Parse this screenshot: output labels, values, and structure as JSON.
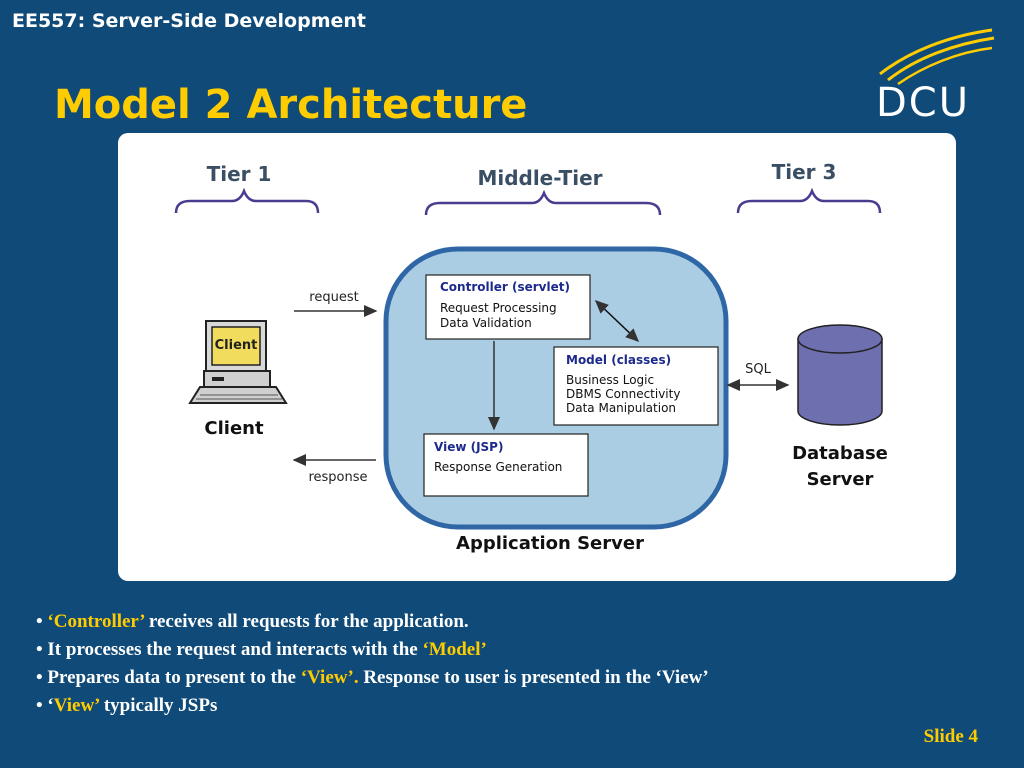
{
  "header": {
    "course_title": "EE557: Server-Side Development"
  },
  "slide": {
    "title": "Model 2 Architecture",
    "number_label": "Slide 4"
  },
  "logo": {
    "text": "DCU"
  },
  "diagram": {
    "tiers": [
      "Tier 1",
      "Middle-Tier",
      "Tier 3"
    ],
    "client": {
      "screen_label": "Client",
      "caption": "Client"
    },
    "arrows": {
      "request": "request",
      "response": "response",
      "sql": "SQL"
    },
    "controller": {
      "title": "Controller (servlet)",
      "lines": [
        "Request Processing",
        "Data Validation"
      ]
    },
    "model": {
      "title": "Model (classes)",
      "lines": [
        "Business Logic",
        "DBMS Connectivity",
        "Data Manipulation"
      ]
    },
    "view": {
      "title": "View (JSP)",
      "lines": [
        "Response Generation"
      ]
    },
    "app_server_label": "Application Server",
    "database": {
      "line1": "Database",
      "line2": "Server"
    }
  },
  "bullets": [
    {
      "bullet": "•",
      "highlight": "‘Controller’",
      "text": " receives all requests for the application."
    },
    {
      "bullet": "•",
      "text_before": "It processes the request and interacts with the ",
      "highlight": "‘Model’"
    },
    {
      "bullet": "•",
      "text_before": "Prepares data to present to the ",
      "highlight": "‘View’.",
      "text_after": "  Response to user is presented in the ‘View’"
    },
    {
      "bullet": "•",
      "pre_quote": "‘",
      "highlight": "View’",
      "text": " typically JSPs"
    }
  ],
  "colors": {
    "background": "#0f4a78",
    "accent": "#ffcc00",
    "server_fill": "#aacde3",
    "server_border": "#2f67a6",
    "db_fill": "#6e6fae"
  }
}
